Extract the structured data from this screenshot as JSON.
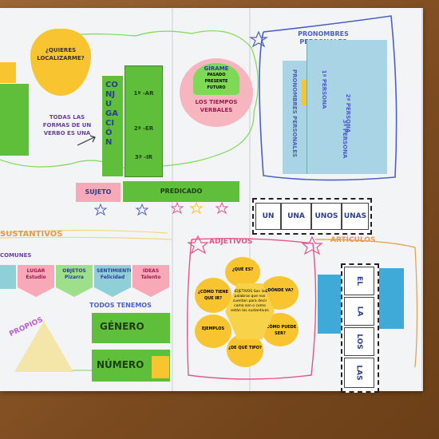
{
  "lapbook": {
    "left_note": "¿QUIERES LOCALIZARME?",
    "forms_text": "TODAS LAS FORMAS DE UN VERBO ES UNA",
    "conjugacion": "CONJUGACIÓN",
    "conj_tabs": [
      "1ª -AR",
      "2ª -ER",
      "3ª -IR"
    ],
    "girame_title": "GÍRAME",
    "girame_items": [
      "PASADO",
      "PRESENTE",
      "FUTURO"
    ],
    "tiempos": "LOS TIEMPOS VERBALES",
    "pronombres_title": "PRONOMBRES PERSONALES",
    "pronombres_side": "PRONOMBRES PERSONALES",
    "pronombres_cols": [
      "1ª PERSONA",
      "2ª PERSONA",
      "3ª PERSONA"
    ],
    "sujeto": "SUJETO",
    "predicado": "PREDICADO",
    "articulos_indef": [
      "UN",
      "UNA",
      "UNOS",
      "UNAS"
    ],
    "sustantivos_title": "SUSTANTIVOS",
    "comunes": "COMUNES",
    "propios": "PROPIOS",
    "pennants": [
      {
        "label": "LUGAR Estudio",
        "color": "#f7a9b8"
      },
      {
        "label": "OBJETOS Pizarra",
        "color": "#9ee08a"
      },
      {
        "label": "SENTIMIENTO Felicidad",
        "color": "#8fd0d8"
      },
      {
        "label": "IDEAS Talento",
        "color": "#f7a9b8"
      }
    ],
    "todos_tenemos": "TODOS TENEMOS",
    "genero": "GÉNERO",
    "numero": "NÚMERO",
    "adjetivos_title": "ADJETIVOS",
    "adjetivos_center": "ADJETIVOS Son las palabras que nos cuentan para decir como son o como están los sustantivos",
    "petals": [
      "¿QUÉ ES?",
      "¿DÓNDE VA?",
      "¿CÓMO TIENE QUE IR?",
      "¿CÓMO PUEDE SER?",
      "EJEMPLOS",
      "¿DE QUÉ TIPO?"
    ],
    "articulos_title": "ARTÍCULOS",
    "articulos_def": [
      "EL",
      "LA",
      "LOS",
      "LAS"
    ]
  },
  "colors": {
    "board": "#f3f4f6",
    "note_yellow": "#f8c530",
    "green": "#5fbf3a",
    "pink": "#f7a9b8",
    "blue_panel": "#a9d4e6",
    "purple_frame": "#4e5fc4"
  }
}
